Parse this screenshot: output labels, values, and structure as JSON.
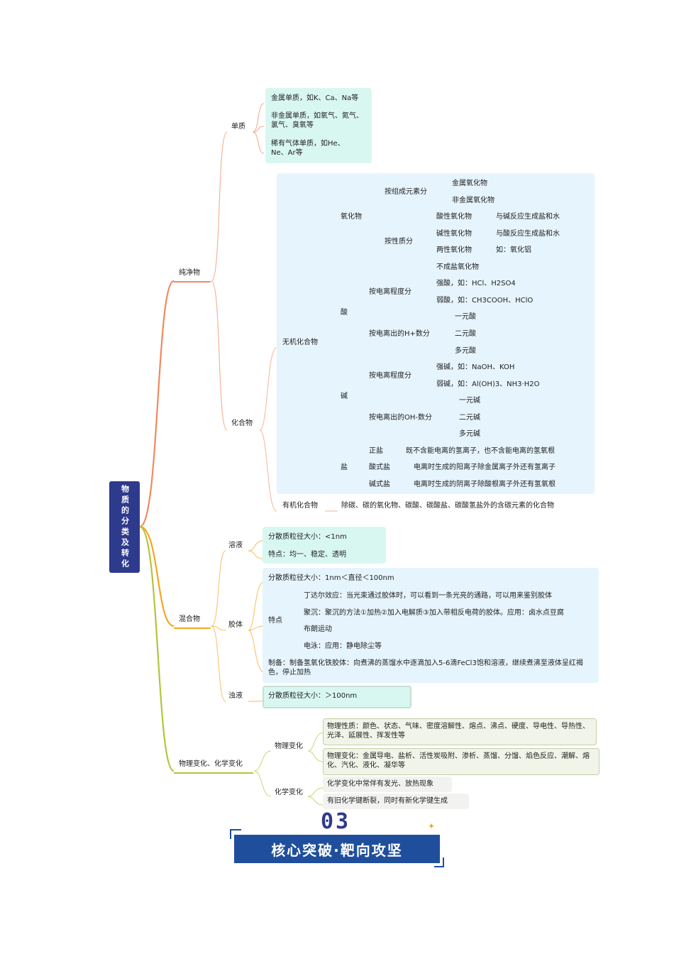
{
  "root": "物质的分类及转化",
  "l1": {
    "pure": "纯净物",
    "mix": "混合物",
    "change": "物理变化、化学变化"
  },
  "pure": {
    "elem": {
      "label": "单质",
      "items": [
        "金属单质，如K、Ca、Na等",
        "非金属单质，如氧气、氮气、氯气、臭氧等",
        "稀有气体单质，如He、Ne、Ar等"
      ]
    },
    "comp": {
      "label": "化合物",
      "inorg": "无机化合物",
      "oxide": {
        "label": "氧化物",
        "byElem": "按组成元素分",
        "byElemItems": [
          "金属氧化物",
          "非金属氧化物"
        ],
        "byProp": "按性质分",
        "byPropItems": [
          "酸性氧化物",
          "碱性氧化物",
          "两性氧化物",
          "不成盐氧化物"
        ],
        "byPropDesc": [
          "与碱反应生成盐和水",
          "与酸反应生成盐和水",
          "如：氧化铝"
        ]
      },
      "acid": {
        "label": "酸",
        "byIon": "按电离程度分",
        "byIonItems": [
          "强酸，如：HCl、H2SO4",
          "弱酸，如：CH3COOH、HClO"
        ],
        "byH": "按电离出的H+数分",
        "byHItems": [
          "一元酸",
          "二元酸",
          "多元酸"
        ]
      },
      "base": {
        "label": "碱",
        "byIon": "按电离程度分",
        "byIonItems": [
          "强碱，如：NaOH、KOH",
          "弱碱，如：Al(OH)3、NH3·H2O"
        ],
        "byOH": "按电离出的OH-数分",
        "byOHItems": [
          "一元碱",
          "二元碱",
          "多元碱"
        ]
      },
      "salt": {
        "label": "盐",
        "items": [
          "正盐",
          "酸式盐",
          "碱式盐"
        ],
        "desc": [
          "既不含能电离的氢离子，也不含能电离的氢氧根",
          "电离时生成的阳离子除金属离子外还有氢离子",
          "电离时生成的阴离子除酸根离子外还有氢氧根"
        ]
      },
      "org": "有机化合物",
      "orgDesc": "除碳、碳的氧化物、碳酸、碳酸盐、碳酸氢盐外的含碳元素的化合物"
    }
  },
  "mix": {
    "sol": {
      "label": "溶液",
      "items": [
        "分散质粒径大小：<1nm",
        "特点：均一、稳定、透明"
      ]
    },
    "col": {
      "label": "胶体",
      "size": "分散质粒径大小：1nm＜直径＜100nm",
      "feat": "特点",
      "featItems": [
        "丁达尔效应：当光束通过胶体时，可以看到一条光亮的通路，可以用来鉴别胶体",
        "聚沉：聚沉的方法①加热②加入电解质③加入带相反电荷的胶体。应用：卤水点豆腐",
        "布朗运动",
        "电泳：应用：静电除尘等"
      ],
      "prep": "制备：制备氢氧化铁胶体：向煮沸的蒸馏水中逐滴加入5-6滴FeCl3饱和溶液，继续煮沸至液体呈红褐色，停止加热"
    },
    "sus": {
      "label": "浊液",
      "item": "分散质粒径大小：＞100nm"
    }
  },
  "change": {
    "phys": {
      "label": "物理变化",
      "items": [
        "物理性质：颜色、状态、气味、密度溶解性、熔点、沸点、硬度、导电性、导热性、光泽、延展性、挥发性等",
        "物理变化：金属导电、盐析、活性炭吸附、渗析、蒸馏、分馏、焰色反应、潮解、熔化、汽化、液化、凝华等"
      ]
    },
    "chem": {
      "label": "化学变化",
      "items": [
        "化学变化中常伴有发光、放热现象",
        "有旧化学键断裂，同时有新化学键生成"
      ]
    }
  },
  "banner": {
    "num": "03",
    "title": "核心突破·靶向攻坚"
  },
  "colors": {
    "pure": "#f08a5d",
    "mix": "#f5a623",
    "change": "#b5c43a",
    "root": "#2e3a8c",
    "banner": "#1f4f9c"
  }
}
